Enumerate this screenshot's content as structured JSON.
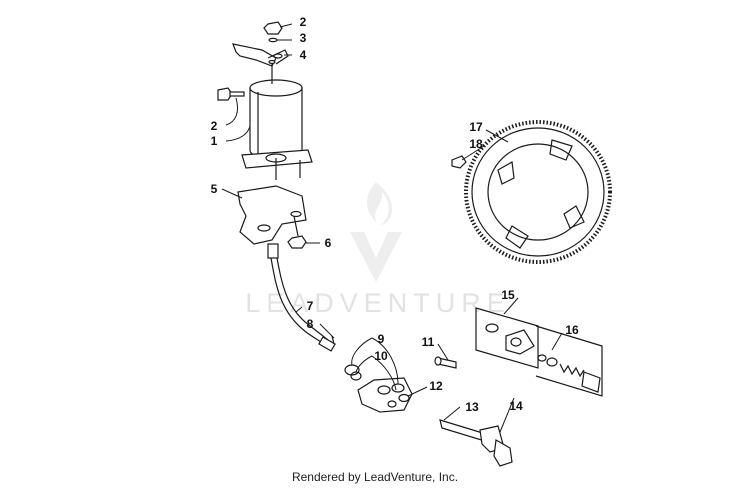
{
  "watermark": {
    "brand_text": "LEADVENTURE"
  },
  "footer": {
    "credit": "Rendered by LeadVenture, Inc."
  },
  "callouts": [
    {
      "num": "2"
    },
    {
      "num": "3"
    },
    {
      "num": "4"
    },
    {
      "num": "2"
    },
    {
      "num": "1"
    },
    {
      "num": "17"
    },
    {
      "num": "18"
    },
    {
      "num": "5"
    },
    {
      "num": "6"
    },
    {
      "num": "15"
    },
    {
      "num": "7"
    },
    {
      "num": "8"
    },
    {
      "num": "16"
    },
    {
      "num": "9"
    },
    {
      "num": "11"
    },
    {
      "num": "10"
    },
    {
      "num": "12"
    },
    {
      "num": "14"
    },
    {
      "num": "13"
    }
  ]
}
